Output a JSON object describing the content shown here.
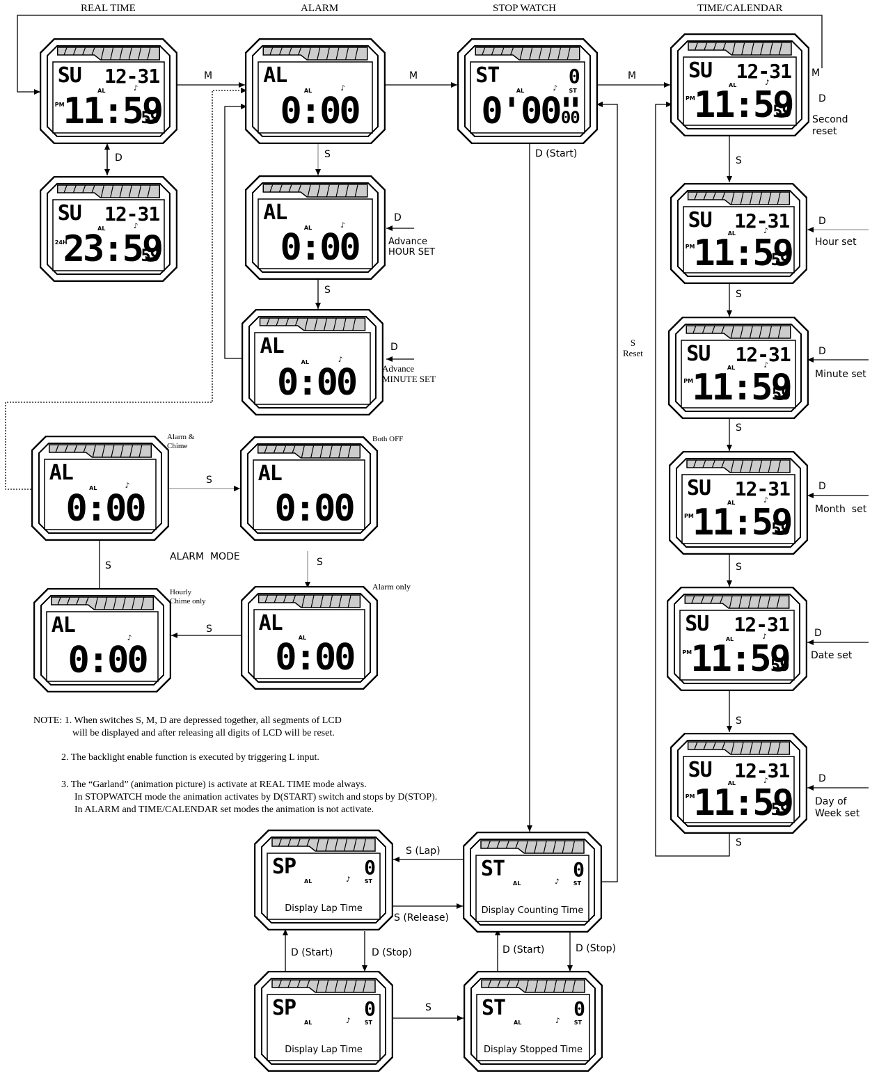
{
  "headers": {
    "real_time": "REAL TIME",
    "alarm": "ALARM",
    "stop_watch": "STOP WATCH",
    "time_calendar": "TIME/CALENDAR"
  },
  "transitions": {
    "m1": "M",
    "m2": "M",
    "m3": "M",
    "m4": "M",
    "d_realtime": "D",
    "s_alarm_hour": "S",
    "s_alarm_minute": "S",
    "d_alarm_hour": "D",
    "d_alarm_minute": "D",
    "d_start_main": "D (Start)",
    "s_reset": "S\nReset",
    "s_cal_1": "S",
    "s_cal_2": "S",
    "s_cal_3": "S",
    "s_cal_4": "S",
    "s_cal_5": "S",
    "s_cal_6": "S",
    "d_cal_1": "D",
    "d_cal_2": "D",
    "d_cal_3": "D",
    "d_cal_4": "D",
    "d_cal_5": "D",
    "d_cal_6": "D",
    "s_mode_1": "S",
    "s_mode_2": "S",
    "s_mode_3": "S",
    "s_mode_4": "S",
    "s_lap": "S (Lap)",
    "s_release": "S (Release)",
    "d_start_lap": "D (Start)",
    "d_stop_lap": "D (Stop)",
    "d_start_count": "D (Start)",
    "d_stop_count": "D (Stop)",
    "s_bottom": "S"
  },
  "side_labels": {
    "advance_hour": "Advance\nHOUR SET",
    "advance_minute": "Advance\nMINUTE SET",
    "second_reset": "Second\nreset",
    "hour_set": "Hour set",
    "minute_set": "Minute set",
    "month_set": "Month  set",
    "date_set": "Date set",
    "day_of_week_set": "Day of\nWeek set",
    "alarm_chime": "Alarm &\nChime",
    "both_off": "Both OFF",
    "alarm_only": "Alarm only",
    "hourly_chime_only": "Hourly\nChime only",
    "alarm_mode": "ALARM  MODE"
  },
  "watches": {
    "rt_main": {
      "mode": "SU",
      "date": "12-31",
      "pm": "PM",
      "al": "AL",
      "time": "11:59",
      "sec": "59"
    },
    "rt_24h": {
      "mode": "SU",
      "date": "12-31",
      "pm": "24H",
      "al": "AL",
      "time": "23:59",
      "sec": "59"
    },
    "al_main": {
      "mode": "AL",
      "al": "AL",
      "time": "0:00"
    },
    "al_hour": {
      "mode": "AL",
      "al": "AL",
      "time": "0:00"
    },
    "al_minute": {
      "mode": "AL",
      "al": "AL",
      "time": "0:00"
    },
    "st_main": {
      "mode": "ST",
      "date": "0",
      "al": "AL",
      "st": "ST",
      "time": "0'00\"",
      "sec": "00"
    },
    "tc_second": {
      "mode": "SU",
      "date": "12-31",
      "pm": "PM",
      "al": "AL",
      "time": "11:59",
      "sec": "59"
    },
    "tc_hour": {
      "mode": "SU",
      "date": "12-31",
      "pm": "PM",
      "al": "AL",
      "time": "11:59",
      "sec": "59"
    },
    "tc_minute": {
      "mode": "SU",
      "date": "12-31",
      "pm": "PM",
      "al": "AL",
      "time": "11:59",
      "sec": "59"
    },
    "tc_month": {
      "mode": "SU",
      "date": "12-31",
      "pm": "PM",
      "al": "AL",
      "time": "11:59",
      "sec": "59"
    },
    "tc_date": {
      "mode": "SU",
      "date": "12-31",
      "pm": "PM",
      "al": "AL",
      "time": "11:59",
      "sec": "59"
    },
    "tc_dow": {
      "mode": "SU",
      "date": "12-31",
      "pm": "PM",
      "al": "AL",
      "time": "11:59",
      "sec": "59"
    },
    "am_chime": {
      "mode": "AL",
      "al": "AL",
      "time": "0:00"
    },
    "am_off": {
      "mode": "AL",
      "time": "0:00"
    },
    "am_alarm": {
      "mode": "AL",
      "al": "AL",
      "time": "0:00"
    },
    "am_hourly": {
      "mode": "AL",
      "time": "0:00"
    },
    "sp_lap1": {
      "mode": "SP",
      "date": "0",
      "al": "AL",
      "st": "ST",
      "caption": "Display Lap Time"
    },
    "st_count": {
      "mode": "ST",
      "date": "0",
      "al": "AL",
      "st": "ST",
      "caption": "Display Counting Time"
    },
    "sp_lap2": {
      "mode": "SP",
      "date": "0",
      "al": "AL",
      "st": "ST",
      "caption": "Display Lap Time"
    },
    "st_stop": {
      "mode": "ST",
      "date": "0",
      "al": "AL",
      "st": "ST",
      "caption": "Display Stopped Time"
    }
  },
  "notes": {
    "n1a": "NOTE: 1. When switches S, M, D are depressed together, all segments of LCD",
    "n1b": "will be displayed and after releasing all digits of LCD will be reset.",
    "n2": "2. The backlight enable function is executed by triggering L input.",
    "n3a": "3. The “Garland” (animation picture) is activate at REAL TIME mode always.",
    "n3b": "In STOPWATCH mode the animation activates by D(START) switch and stops by D(STOP).",
    "n3c": "In ALARM and TIME/CALENDAR set  modes the animation is not activate."
  }
}
